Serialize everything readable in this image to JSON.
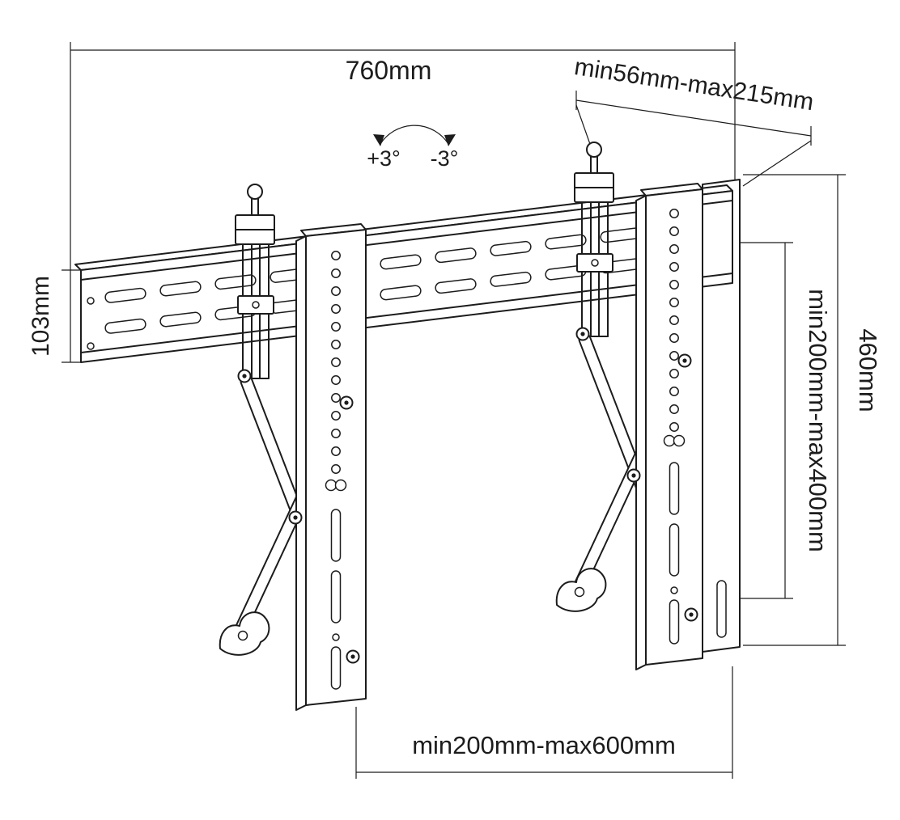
{
  "drawing": {
    "background": "#ffffff",
    "line_color": "#1c1c1c",
    "labels": {
      "overall_width": "760mm",
      "depth_range": "min56mm-max215mm",
      "tilt_positive": "+3°",
      "tilt_negative": "-3°",
      "rail_height": "103mm",
      "vertical_adjust_range": "min200mm-max400mm",
      "plate_height": "460mm",
      "horizontal_range": "min200mm-max600mm"
    }
  }
}
